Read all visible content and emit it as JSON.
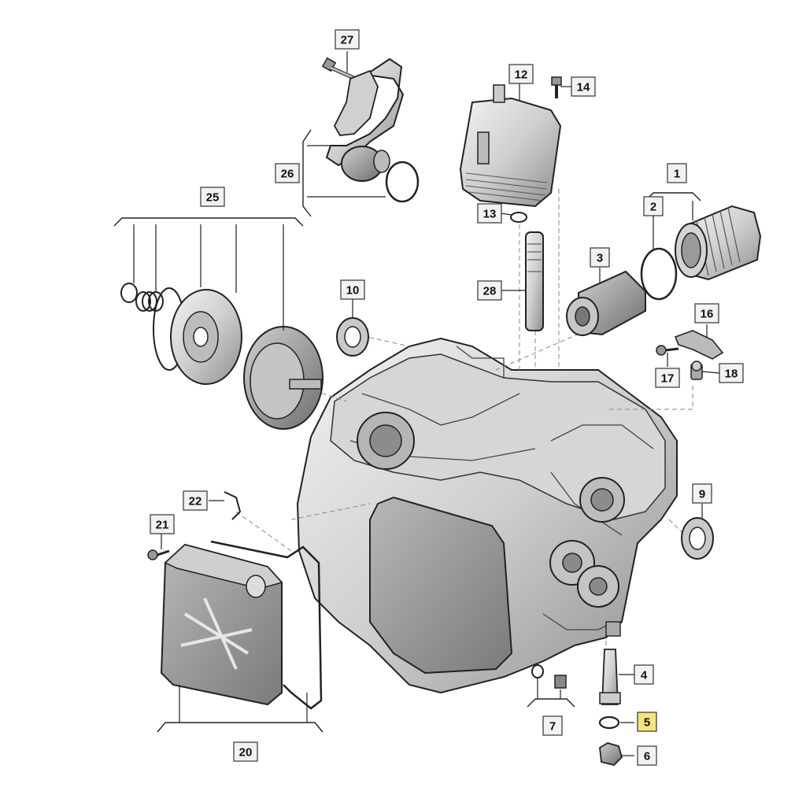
{
  "callouts": [
    {
      "id": "1"
    },
    {
      "id": "2"
    },
    {
      "id": "3"
    },
    {
      "id": "4"
    },
    {
      "id": "5",
      "highlighted": true
    },
    {
      "id": "6"
    },
    {
      "id": "7"
    },
    {
      "id": "9"
    },
    {
      "id": "10"
    },
    {
      "id": "12"
    },
    {
      "id": "13"
    },
    {
      "id": "14"
    },
    {
      "id": "16"
    },
    {
      "id": "17"
    },
    {
      "id": "18"
    },
    {
      "id": "20"
    },
    {
      "id": "21"
    },
    {
      "id": "22"
    },
    {
      "id": "25"
    },
    {
      "id": "26"
    },
    {
      "id": "27"
    },
    {
      "id": "28"
    }
  ],
  "colors": {
    "label_highlight": "#f7e37a",
    "label_default": "#f2f2f2",
    "metal_light": "#e3e3e3",
    "metal_mid": "#bdbdbd",
    "metal_dark": "#8a8a8a"
  }
}
